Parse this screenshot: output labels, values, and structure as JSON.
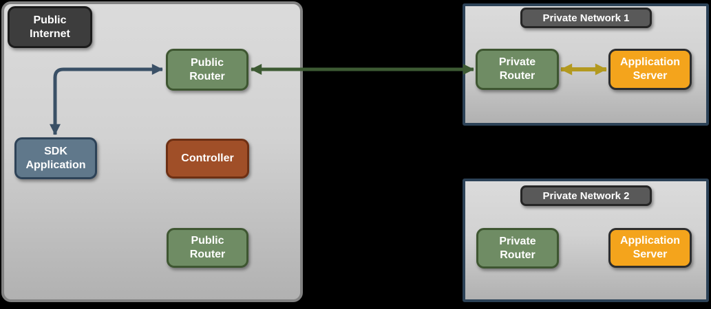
{
  "diagram": {
    "public_internet": {
      "label": "Public\nInternet",
      "public_router_top": "Public\nRouter",
      "sdk_application": "SDK\nApplication",
      "controller": "Controller",
      "public_router_bottom": "Public\nRouter"
    },
    "private_network_1": {
      "title": "Private Network 1",
      "private_router": "Private\nRouter",
      "application_server": "Application\nServer"
    },
    "private_network_2": {
      "title": "Private Network 2",
      "private_router": "Private\nRouter",
      "application_server": "Application\nServer"
    },
    "arrows": [
      {
        "name": "sdk-application-public-router",
        "type": "elbow-double-headed",
        "color": "#3a5066"
      },
      {
        "name": "public-router-private-router-1",
        "type": "straight-double-headed",
        "color": "#3d5a33"
      },
      {
        "name": "private-router-1-application-server-1",
        "type": "straight-double-headed",
        "color": "#b3991f"
      }
    ],
    "colors": {
      "background": "#000000",
      "panel_fill": "#cccccc",
      "public_panel_border": "#828282",
      "private_panel_border": "#2c4257",
      "router_green": "#6f8c64",
      "router_green_border": "#3e5631",
      "application_orange": "#f4a41c",
      "controller_red": "#a04f28",
      "sdk_blue": "#60788b",
      "dark_label": "#3d3d3d",
      "network_title_gray": "#595959",
      "arrow_navy": "#3a5066",
      "arrow_green": "#3d5a33",
      "arrow_yellow": "#b3991f"
    }
  }
}
